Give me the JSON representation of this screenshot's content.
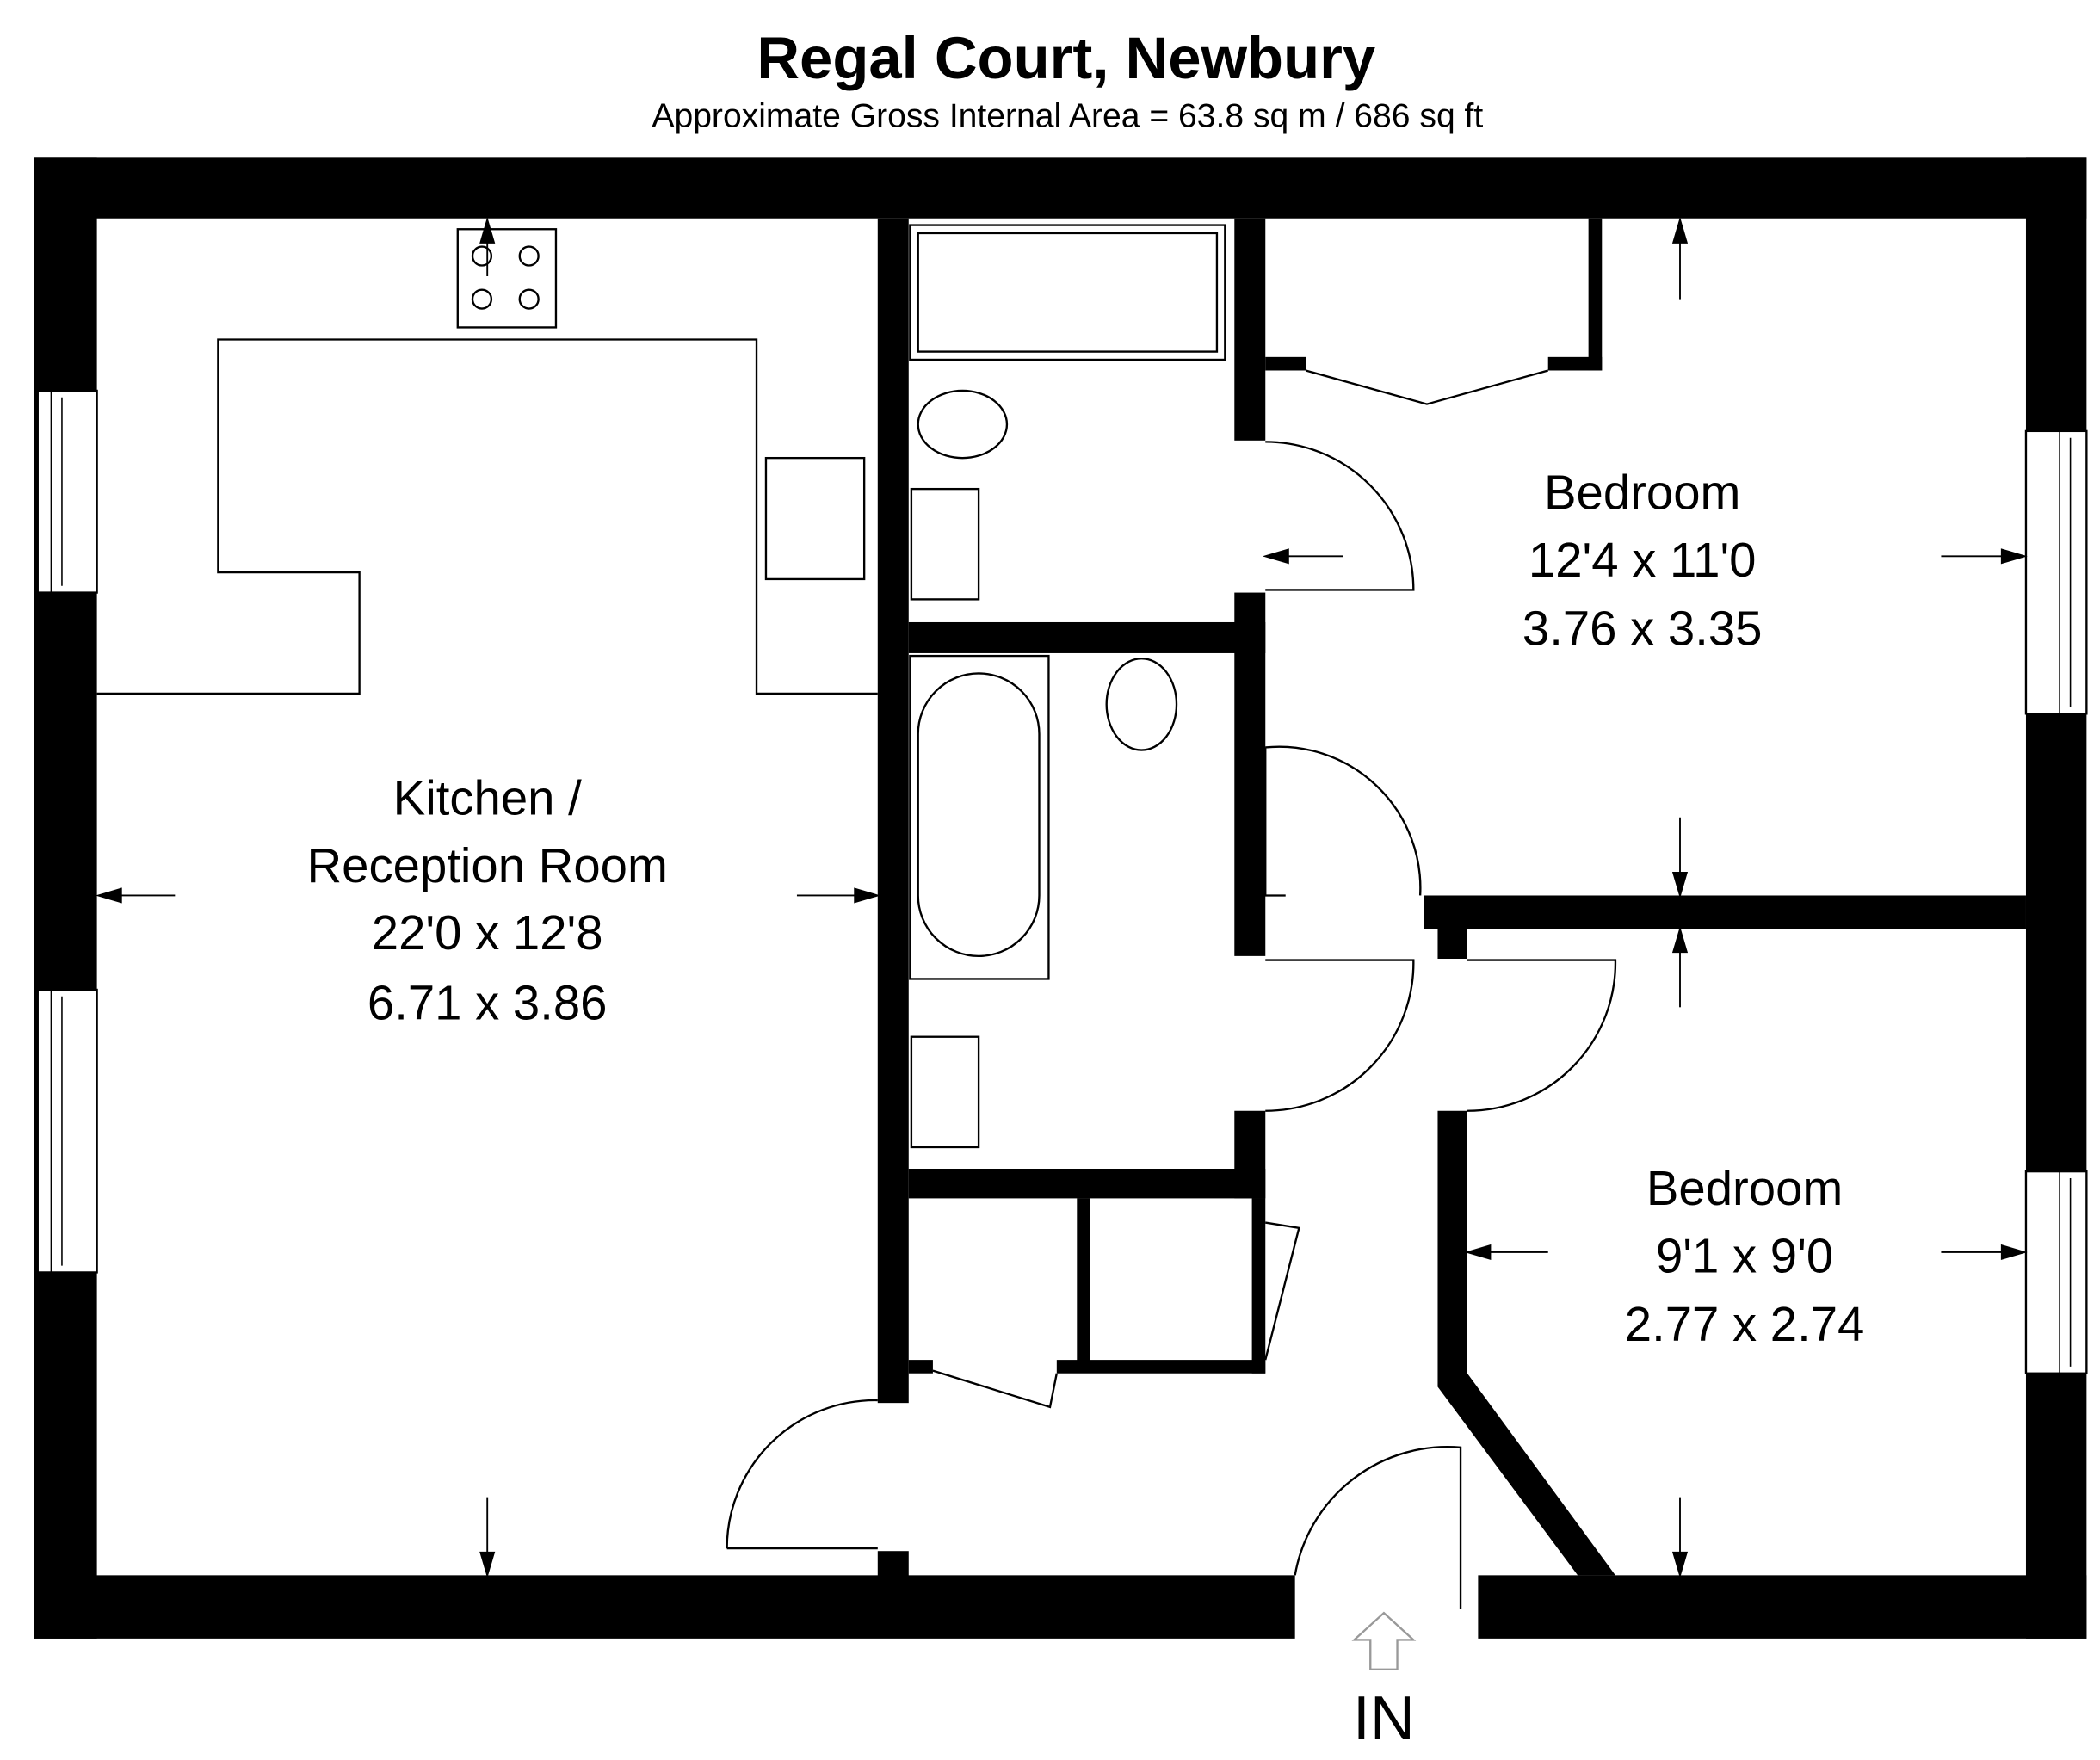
{
  "header": {
    "title": "Regal Court, Newbury",
    "subtitle": "Approximate Gross Internal Area = 63.8 sq m / 686 sq ft"
  },
  "rooms": [
    {
      "name_line1": "Kitchen /",
      "name_line2": "Reception Room",
      "imperial": "22'0 x 12'8",
      "metric": "6.71 x 3.86"
    },
    {
      "name_line1": "Bedroom",
      "imperial": "12'4 x 11'0",
      "metric": "3.76 x 3.35"
    },
    {
      "name_line1": "Bedroom",
      "imperial": "9'1 x 9'0",
      "metric": "2.77 x 2.74"
    }
  ],
  "entrance": {
    "label": "IN"
  }
}
